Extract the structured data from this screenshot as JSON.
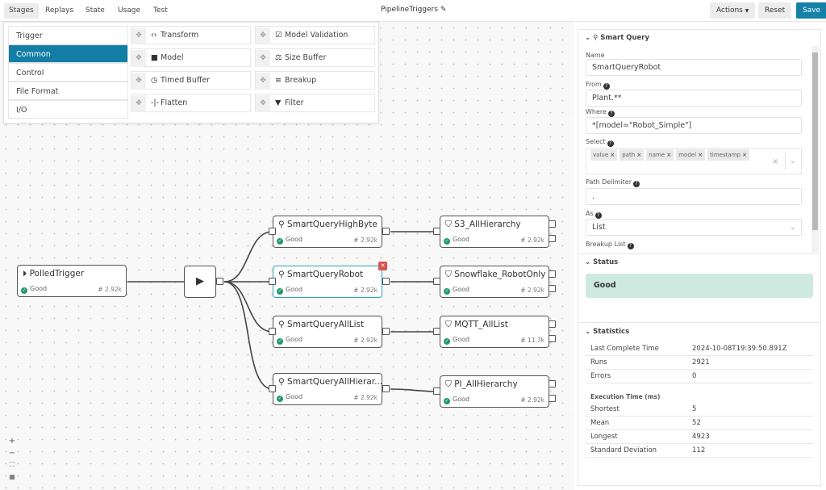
{
  "topbar": {
    "tabs": [
      "Stages",
      "Replays",
      "State",
      "Usage",
      "Test"
    ],
    "title": "PipelineTriggers",
    "actions_label": "Actions",
    "reset_label": "Reset",
    "save_label": "Save"
  },
  "palette": {
    "categories": [
      "Trigger",
      "Common",
      "Control",
      "File Format",
      "I/O"
    ],
    "active_category": "Common",
    "stages": [
      {
        "label": "Transform",
        "icon": "code-icon"
      },
      {
        "label": "Model Validation",
        "icon": "checkbox-icon"
      },
      {
        "label": "Model",
        "icon": "cube-icon"
      },
      {
        "label": "Size Buffer",
        "icon": "size-buffer-icon"
      },
      {
        "label": "Timed Buffer",
        "icon": "clock-icon"
      },
      {
        "label": "Breakup",
        "icon": "list-icon"
      },
      {
        "label": "Flatten",
        "icon": "flatten-icon"
      },
      {
        "label": "Filter",
        "icon": "filter-icon"
      }
    ]
  },
  "nodes": [
    {
      "name": "PolledTrigger",
      "status": "Good",
      "count": "# 2.92k"
    },
    {
      "name": "SmartQueryHighByte",
      "status": "Good",
      "count": "# 2.92k"
    },
    {
      "name": "SmartQueryRobot",
      "status": "Good",
      "count": "# 2.92k"
    },
    {
      "name": "SmartQueryAllList",
      "status": "Good",
      "count": "# 2.92k"
    },
    {
      "name": "SmartQueryAllHierar...",
      "status": "Good",
      "count": "# 2.92k"
    },
    {
      "name": "S3_AllHierarchy",
      "status": "Good",
      "count": "# 2.92k"
    },
    {
      "name": "Snowflake_RobotOnly",
      "status": "Good",
      "count": "# 2.92k"
    },
    {
      "name": "MQTT_AllList",
      "status": "Good",
      "count": "# 11.7k"
    },
    {
      "name": "PI_AllHierarchy",
      "status": "Good",
      "count": "# 2.92k"
    }
  ],
  "panel": {
    "title": "Smart Query",
    "name_label": "Name",
    "name_value": "SmartQueryRobot",
    "from_label": "From",
    "from_value": "Plant.**",
    "where_label": "Where",
    "where_value": "*[model=\"Robot_Simple\"]",
    "select_label": "Select",
    "select_chips": [
      "value",
      "path",
      "name",
      "model",
      "timestamp"
    ],
    "delim_label": "Path Delimiter",
    "delim_value": ".",
    "as_label": "As",
    "as_value": "List",
    "breakup_label": "Breakup List",
    "status_header": "Status",
    "status_value": "Good",
    "stats_header": "Statistics",
    "stats": [
      {
        "k": "Last Complete Time",
        "v": "2024-10-08T19:39:50.891Z"
      },
      {
        "k": "Runs",
        "v": "2921"
      },
      {
        "k": "Errors",
        "v": "0"
      }
    ],
    "exec_header": "Execution Time (ms)",
    "exec": [
      {
        "k": "Shortest",
        "v": "5"
      },
      {
        "k": "Mean",
        "v": "52"
      },
      {
        "k": "Longest",
        "v": "4923"
      },
      {
        "k": "Standard Deviation",
        "v": "112"
      }
    ]
  },
  "colors": {
    "accent": "#137ea5",
    "good": "#219a6a",
    "status_bg": "#cde9e0",
    "selected_border": "#2aa3b5"
  }
}
